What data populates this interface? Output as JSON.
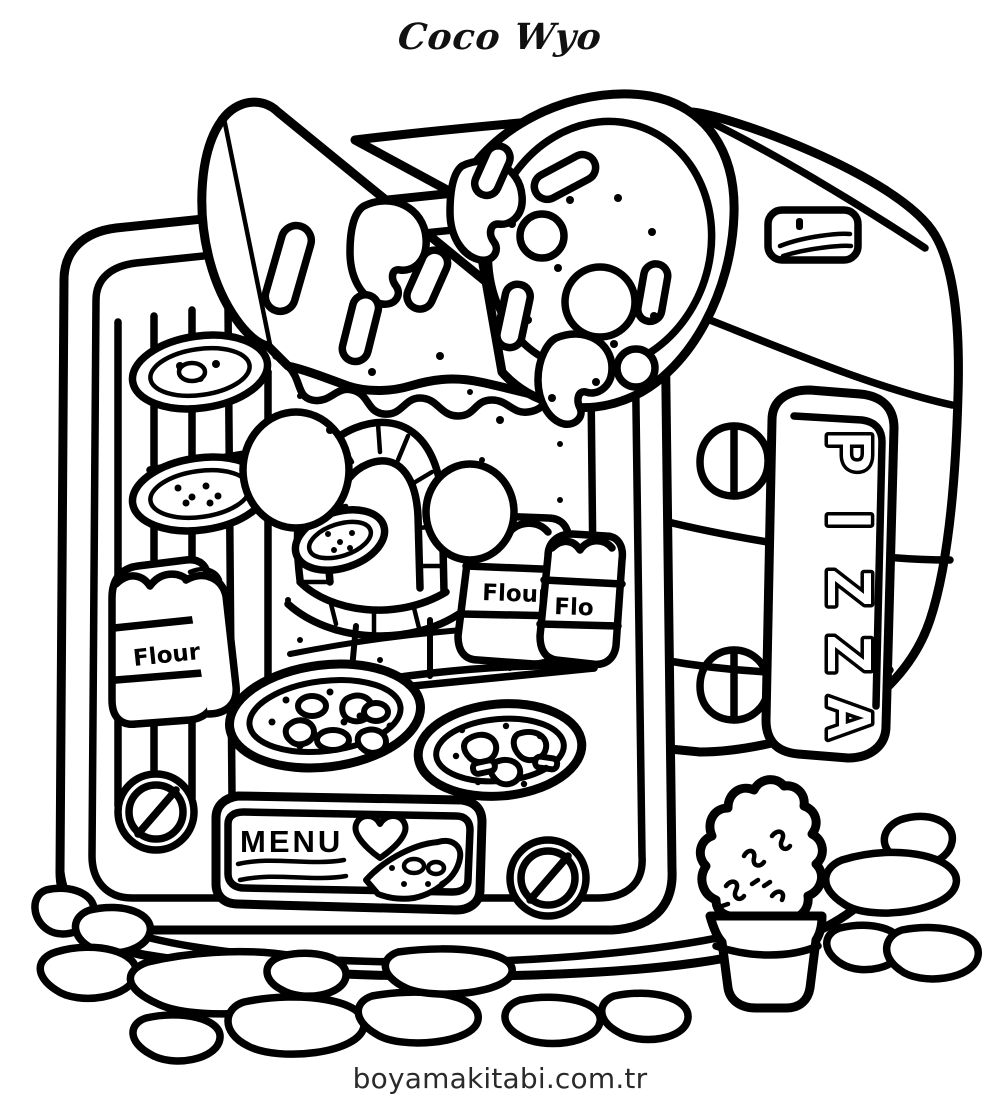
{
  "page": {
    "type": "coloring-page",
    "title": "Coco Wyo",
    "footer_url": "boyamakitabi.com.tr",
    "background_color": "#ffffff",
    "line_color": "#000000"
  },
  "artwork": {
    "subject": "pizza oven cart",
    "signboard": {
      "text": "PIZZA",
      "letters": [
        "P",
        "I",
        "Z",
        "Z",
        "A"
      ],
      "orientation": "vertical-rotated"
    },
    "menu_board": {
      "title": "MENU",
      "icons": [
        "heart-icon",
        "pizza-slice-icon"
      ],
      "line_count": 2
    },
    "flour_bags": [
      {
        "label": "Flour",
        "location": "left-shelf"
      },
      {
        "label": "Flour",
        "location": "counter-front"
      },
      {
        "label": "Flo",
        "location": "counter-back-cropped"
      }
    ],
    "knobs": {
      "count": 2,
      "name": "oven-dial"
    },
    "side_mounts": {
      "count": 2,
      "name": "sign-bracket"
    },
    "vent": {
      "name": "top-vent",
      "slat_count": 3
    },
    "pizzas": {
      "big_slice": 1,
      "whole_pizza": 1,
      "shelf_pizzas": 2,
      "counter_pizzas": 2,
      "oven_pizza": 1
    },
    "plant": {
      "name": "potted-plant",
      "pot": "terracotta-pot"
    },
    "ground": {
      "name": "cobblestones",
      "count": 14
    }
  }
}
